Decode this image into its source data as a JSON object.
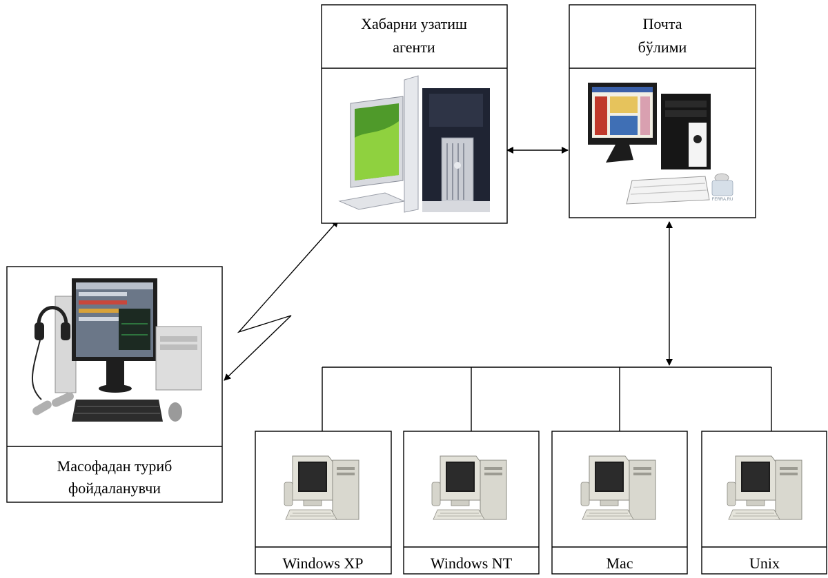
{
  "nodes": {
    "mta": {
      "label_lines": [
        "Хабарни узатиш",
        "агенти"
      ]
    },
    "post_office": {
      "label_lines": [
        "Почта",
        "бўлими"
      ]
    },
    "remote_user": {
      "label_lines": [
        "Масофадан туриб",
        "фойдаланувчи"
      ]
    },
    "client_xp": {
      "label": "Windows XP"
    },
    "client_nt": {
      "label": "Windows NT"
    },
    "client_mac": {
      "label": "Mac"
    },
    "client_unix": {
      "label": "Unix"
    }
  },
  "logo_text": "FERRA.RU",
  "icons": {
    "mta_picture": "server-tower-with-monitor-icon",
    "post_office_picture": "desktop-computer-icon",
    "remote_picture": "remote-workstation-icon",
    "client_picture": "crt-computer-icon"
  }
}
